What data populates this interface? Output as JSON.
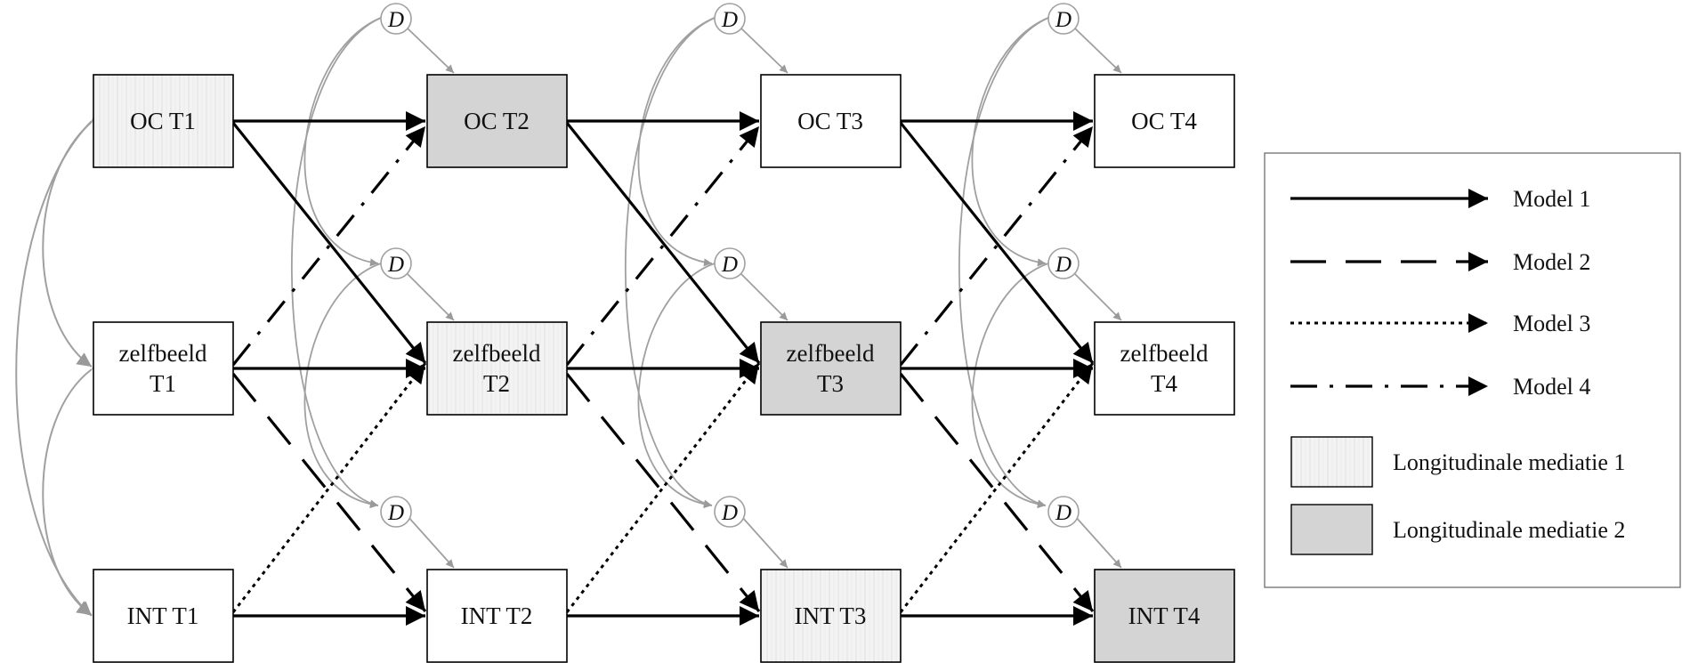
{
  "nodes": {
    "oc_t1": {
      "line1": "OC T1",
      "line2": "",
      "fill": "stripe"
    },
    "oc_t2": {
      "line1": "OC T2",
      "line2": "",
      "fill": "gray"
    },
    "oc_t3": {
      "line1": "OC T3",
      "line2": "",
      "fill": "white"
    },
    "oc_t4": {
      "line1": "OC T4",
      "line2": "",
      "fill": "white"
    },
    "zb_t1": {
      "line1": "zelfbeeld",
      "line2": "T1",
      "fill": "white"
    },
    "zb_t2": {
      "line1": "zelfbeeld",
      "line2": "T2",
      "fill": "stripe"
    },
    "zb_t3": {
      "line1": "zelfbeeld",
      "line2": "T3",
      "fill": "gray"
    },
    "zb_t4": {
      "line1": "zelfbeeld",
      "line2": "T4",
      "fill": "white"
    },
    "int_t1": {
      "line1": "INT T1",
      "line2": "",
      "fill": "white"
    },
    "int_t2": {
      "line1": "INT T2",
      "line2": "",
      "fill": "white"
    },
    "int_t3": {
      "line1": "INT T3",
      "line2": "",
      "fill": "stripe"
    },
    "int_t4": {
      "line1": "INT T4",
      "line2": "",
      "fill": "gray"
    }
  },
  "disturbance_label": "D",
  "legend": {
    "model1": "Model 1",
    "model2": "Model 2",
    "model3": "Model 3",
    "model4": "Model 4",
    "mediation1": "Longitudinale mediatie 1",
    "mediation2": "Longitudinale mediatie 2"
  },
  "colors": {
    "stripe_fill": "#f2f2f2",
    "gray_fill": "#d4d4d4",
    "arrow": "#000000",
    "covariance": "#a0a0a0"
  }
}
